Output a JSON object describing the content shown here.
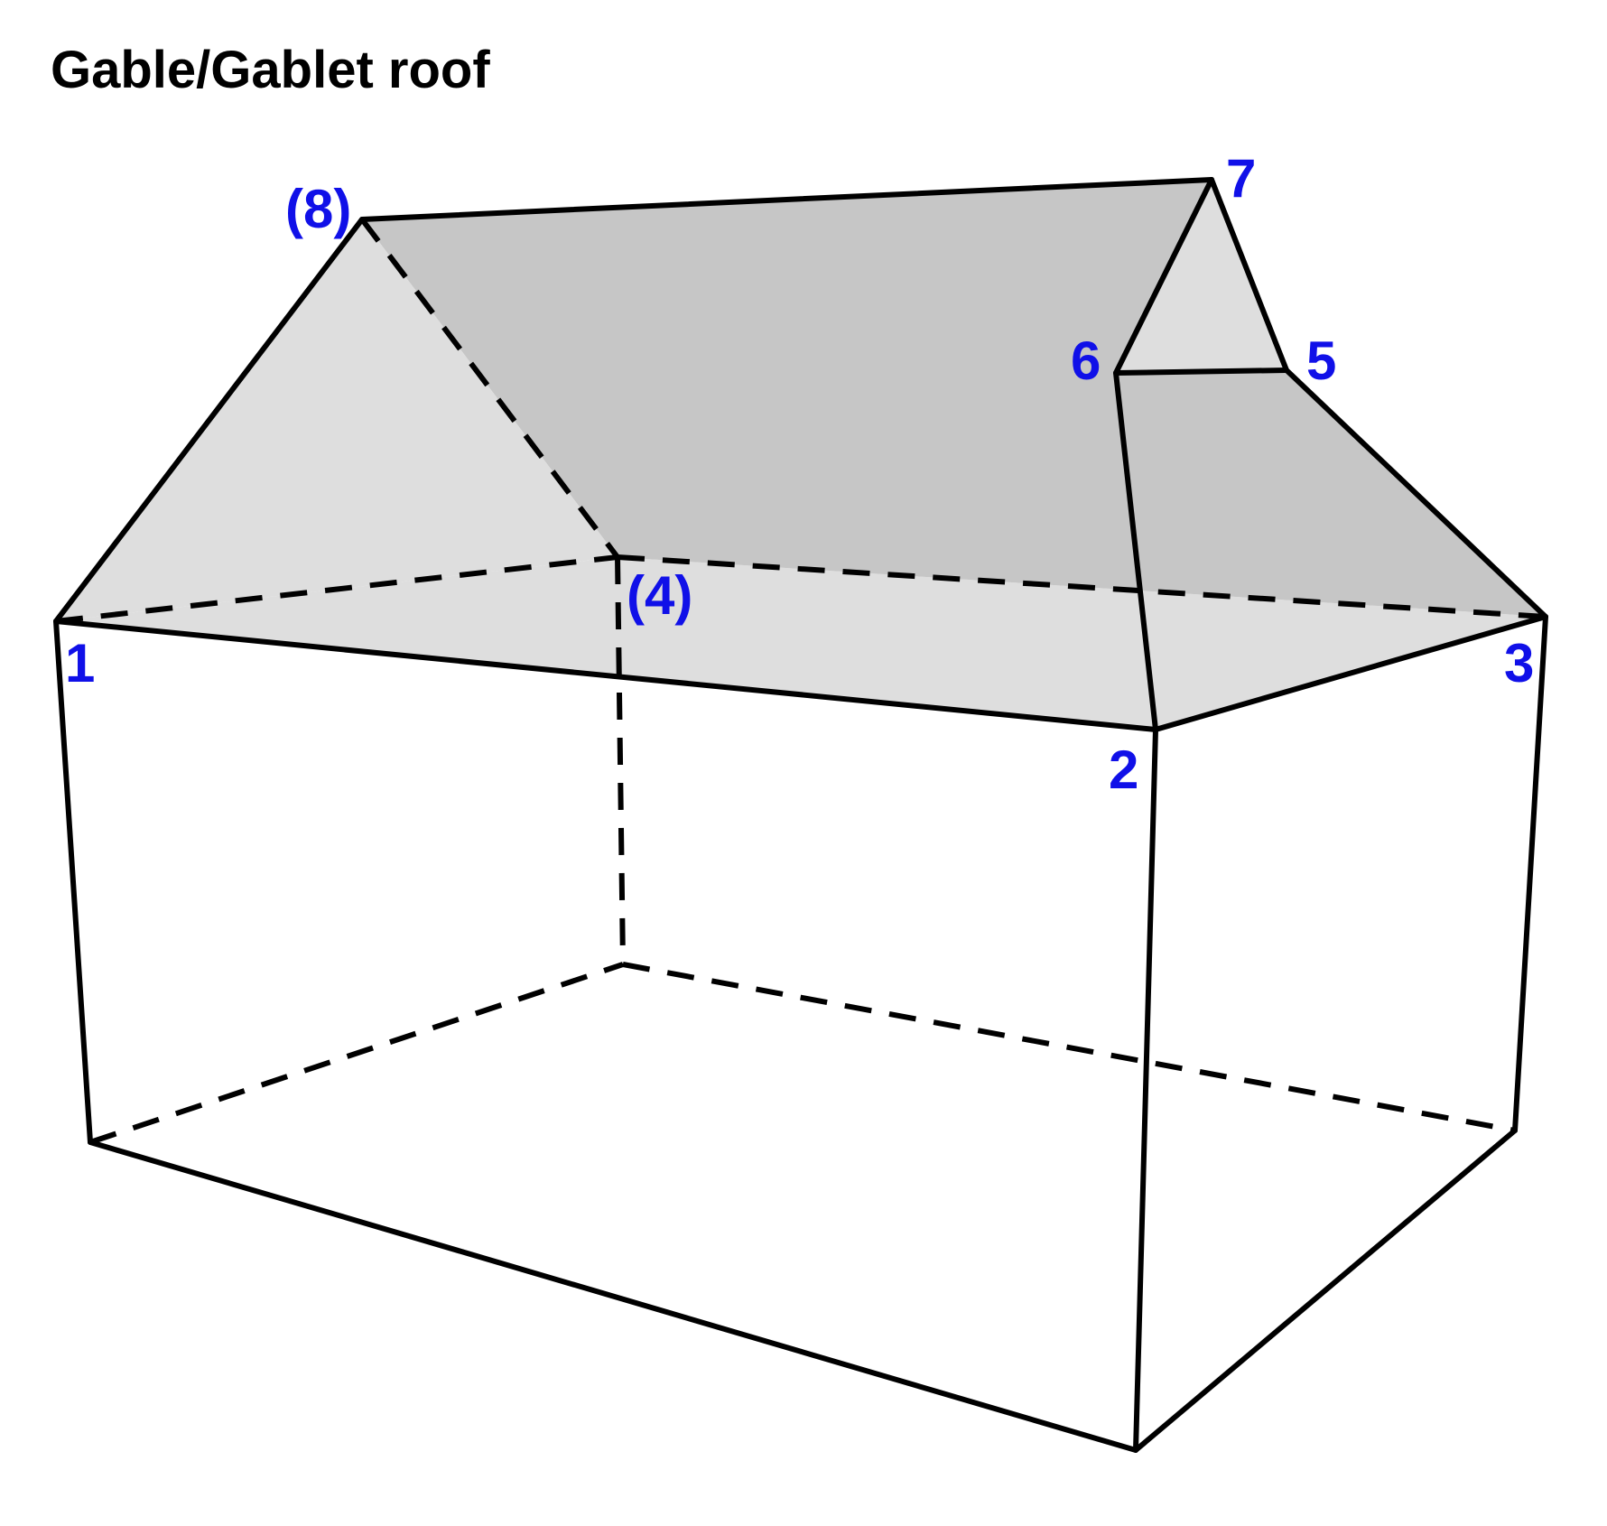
{
  "title": "Gable/Gablet roof",
  "colors": {
    "label": "#1010e8",
    "stroke": "#000000",
    "roof_light": "#dedede",
    "roof_dark": "#c6c6c6"
  },
  "vertex_labels": {
    "v1": "1",
    "v2": "2",
    "v3": "3",
    "v4": "(4)",
    "v5": "5",
    "v6": "6",
    "v7": "7",
    "v8": "(8)"
  }
}
